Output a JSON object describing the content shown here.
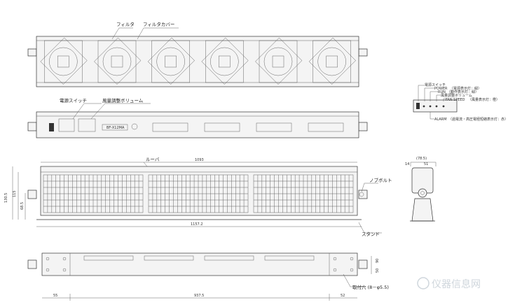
{
  "top_view": {
    "filter_label": "フィルタ",
    "filter_cover_label": "フィルタカバー",
    "fan_count": 6
  },
  "front_view": {
    "power_switch_label": "電源スイッチ",
    "volume_label": "風量調整ボリューム",
    "model": "BF-X12MA",
    "window_count": 6
  },
  "panel_detail": {
    "power_switch": "電源スイッチ",
    "power": "POWER",
    "power_note": "（電源表示灯：緑）",
    "run": "RUN",
    "run_note": "（動作表示灯：緑）",
    "volume": "風量調整ボリューム",
    "fan_speed_label": "FAN SPEED",
    "fan_speed_note": "（風量表示灯：橙）",
    "alarm": "ALARM",
    "alarm_note": "（過電流・高圧電極短絡表示灯：赤）"
  },
  "side_view": {
    "dim_top": "(78.5)",
    "dim_left": "14",
    "dim_mid": "51"
  },
  "louver_view": {
    "louver_label": "ルーバ",
    "knob_label": "ノブボルト",
    "stand_label": "スタンド",
    "dim_width": "1093",
    "dim_total": "1157.2",
    "dim_h1": "130.5",
    "dim_h2": "115",
    "dim_h3": "68.5"
  },
  "bottom_view": {
    "mount_label": "取付穴 (8－φ5.5)",
    "dim_left": "55",
    "dim_center": "937.5",
    "dim_right": "52",
    "dim_r1": "90",
    "dim_r2": "50"
  },
  "watermark": "仪器信息网"
}
